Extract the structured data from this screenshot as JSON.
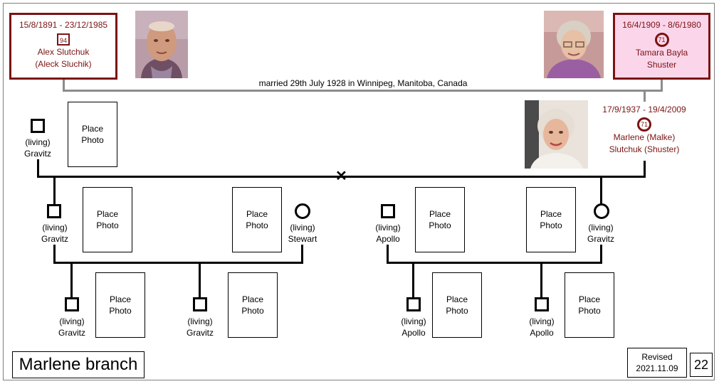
{
  "couple": {
    "husband": {
      "dates": "15/8/1891 - 23/12/1985",
      "age": "94",
      "name_line1": "Alex Slutchuk",
      "name_line2": "(Aleck Sluchik)"
    },
    "wife": {
      "dates": "16/4/1909 - 8/6/1980",
      "age": "71",
      "name_line1": "Tamara Bayla",
      "name_line2": "Shuster"
    },
    "marriage": "married 29th July 1928 in Winnipeg, Manitoba, Canada"
  },
  "marlene": {
    "dates": "17/9/1937 - 19/4/2009",
    "age": "71",
    "name_line1": "Marlene (Malke)",
    "name_line2": "Slutchuk (Shuster)"
  },
  "spouse": {
    "status": "(living)",
    "surname": "Gravitz"
  },
  "children": [
    {
      "status": "(living)",
      "surname": "Gravitz"
    },
    {
      "status": "(living)",
      "surname": "Stewart"
    },
    {
      "status": "(living)",
      "surname": "Apollo"
    },
    {
      "status": "(living)",
      "surname": "Gravitz"
    }
  ],
  "grandchildren": [
    {
      "status": "(living)",
      "surname": "Gravitz"
    },
    {
      "status": "(living)",
      "surname": "Gravitz"
    },
    {
      "status": "(living)",
      "surname": "Apollo"
    },
    {
      "status": "(living)",
      "surname": "Apollo"
    }
  ],
  "placeholder": {
    "line1": "Place",
    "line2": "Photo"
  },
  "footer": {
    "title": "Marlene branch",
    "revised_label": "Revised",
    "revised_date": "2021.11.09",
    "page_number": "22"
  },
  "colors": {
    "box_border": "#7b1414",
    "female_fill": "#fbd6ea",
    "marriage_line": "#8c8c8c"
  },
  "icons": {
    "male": "square-symbol",
    "female": "circle-symbol",
    "divorce": "x-mark"
  }
}
